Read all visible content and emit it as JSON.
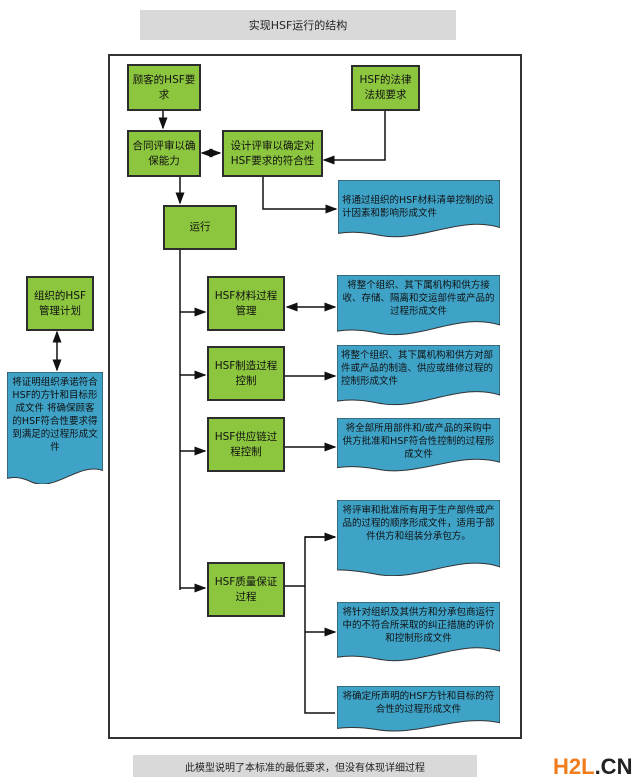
{
  "title": "实现HSF运行的结构",
  "footer": "此模型说明了本标准的最低要求，但没有体现详细过程",
  "watermark": "H2L.CN",
  "colors": {
    "process": "#8cc63f",
    "document": "#3fa3c8"
  },
  "nodes": {
    "customer_req": "顾客的HSF要求",
    "legal_req": "HSF的法律法规要求",
    "contract_review": "合同评审以确保能力",
    "design_review": "设计评审以确定对HSF要求的符合性",
    "operation": "运行",
    "mgmt_plan": "组织的HSF管理计划",
    "material": "HSF材料过程管理",
    "manufacturing": "HSF制造过程控制",
    "supply_chain": "HSF供应链过程控制",
    "quality": "HSF质量保证过程"
  },
  "documents": {
    "design_doc": "将通过组织的HSF材料清单控制的设计因素和影响形成文件",
    "plan_doc": "将证明组织承诺符合HSF的方针和目标形成文件 将确保顾客的HSF符合性要求得到满足的过程形成文件",
    "material_doc": "将整个组织、其下属机构和供方接收、存储、隔离和交运部件或产品的过程形成文件",
    "manufacturing_doc": "将整个组织、其下属机构和供方对部件或产品的制造、供应或维修过程的控制形成文件",
    "supply_doc": "将全部所用部件和/或产品的采购中供方批准和HSF符合性控制的过程形成文件",
    "quality_doc1": "将评审和批准所有用于生产部件或产品的过程的顺序形成文件，适用于部件供方和组装分承包方。",
    "quality_doc2": "将针对组织及其供方和分承包商运行中的不符合所采取的纠正措施的评价和控制形成文件",
    "quality_doc3": "将确定所声明的HSF方针和目标的符合性的过程形成文件"
  }
}
